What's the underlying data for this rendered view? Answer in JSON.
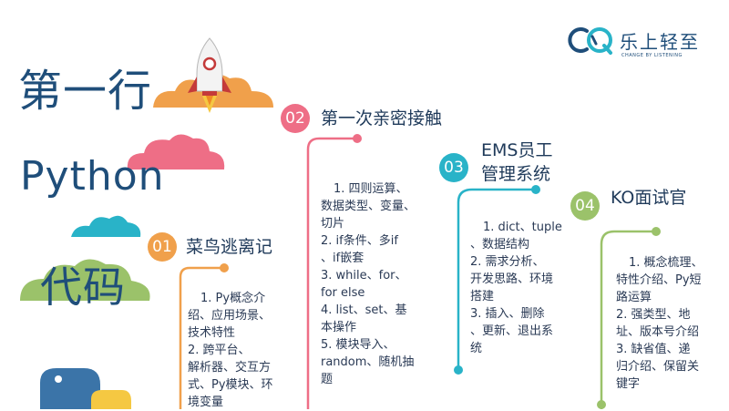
{
  "logo": {
    "name": "乐上轻至",
    "tagline": "CHANGE BY LISTENING"
  },
  "left_titles": {
    "line1": "第一行",
    "line2": "Python",
    "line3": "代码"
  },
  "colors": {
    "orange": "#f0a04b",
    "pink": "#ee6e86",
    "teal": "#29b3c8",
    "green": "#9bc26a",
    "navy": "#1f4e7a"
  },
  "sections": [
    {
      "num": "01",
      "title": "菜鸟逃离记",
      "body": "1. Py概念介\n绍、应用场景、\n技术特性\n2. 跨平台、\n解析器、交互方\n式、Py模块、环\n境变量"
    },
    {
      "num": "02",
      "title": "第一次亲密接触",
      "body": "1. 四则运算、\n数据类型、变量、\n切片\n2. if条件、多if\n、if嵌套\n3. while、for、\nfor else\n4. list、set、基\n本操作\n5. 模块导入、\nrandom、随机抽\n题"
    },
    {
      "num": "03",
      "title_line1": "EMS员工",
      "title_line2": "管理系统",
      "body": "1. dict、tuple\n、数据结构\n2. 需求分析、\n开发思路、环境\n搭建\n3. 插入、删除\n、更新、退出系\n统"
    },
    {
      "num": "04",
      "title": "KO面试官",
      "body": "1. 概念梳理、\n特性介绍、Py短\n路运算\n2. 强类型、地\n址、版本号介绍\n3. 缺省值、递\n归介绍、保留关\n键字"
    }
  ]
}
